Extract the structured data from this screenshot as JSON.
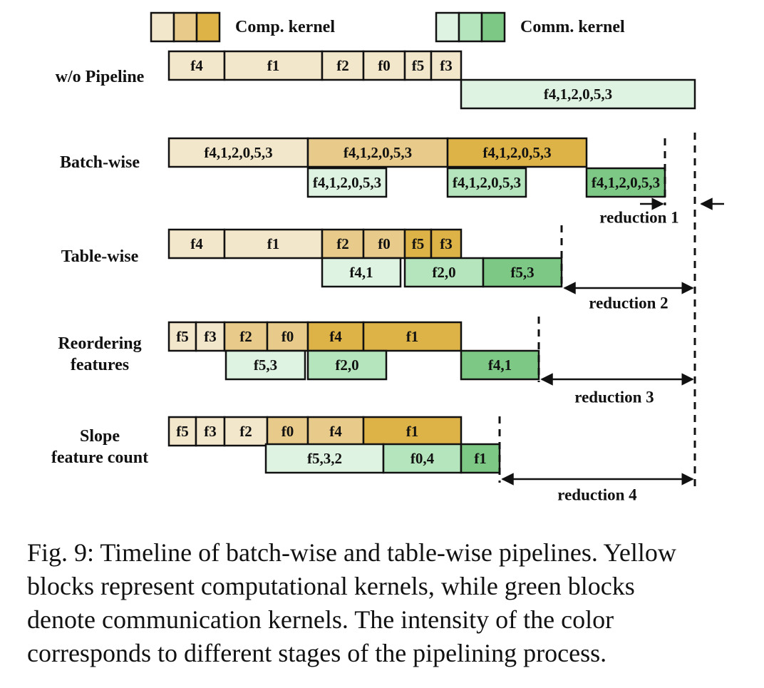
{
  "colors": {
    "comp": [
      "#F2E6CB",
      "#E8CB8A",
      "#DDB246"
    ],
    "comm": [
      "#DFF3E2",
      "#B5E5BC",
      "#7CC884"
    ],
    "stroke": "#111111"
  },
  "legend": {
    "comp_label": "Comp. kernel",
    "comm_label": "Comm. kernel"
  },
  "rows": [
    {
      "id": "wo-pipeline",
      "label": [
        "w/o Pipeline"
      ],
      "comp": [
        {
          "text": "f4",
          "stage": 1
        },
        {
          "text": "f1",
          "stage": 1
        },
        {
          "text": "f2",
          "stage": 1
        },
        {
          "text": "f0",
          "stage": 1
        },
        {
          "text": "f5",
          "stage": 1
        },
        {
          "text": "f3",
          "stage": 1
        }
      ],
      "comm": [
        {
          "text": "f4,1,2,0,5,3",
          "stage": 1
        }
      ]
    },
    {
      "id": "batch-wise",
      "label": [
        "Batch-wise"
      ],
      "comp": [
        {
          "text": "f4,1,2,0,5,3",
          "stage": 1
        },
        {
          "text": "f4,1,2,0,5,3",
          "stage": 2
        },
        {
          "text": "f4,1,2,0,5,3",
          "stage": 3
        }
      ],
      "comm": [
        {
          "text": "f4,1,2,0,5,3",
          "stage": 1
        },
        {
          "text": "f4,1,2,0,5,3",
          "stage": 2
        },
        {
          "text": "f4,1,2,0,5,3",
          "stage": 3
        }
      ],
      "reduction": "reduction 1"
    },
    {
      "id": "table-wise",
      "label": [
        "Table-wise"
      ],
      "comp": [
        {
          "text": "f4",
          "stage": 1
        },
        {
          "text": "f1",
          "stage": 1
        },
        {
          "text": "f2",
          "stage": 2
        },
        {
          "text": "f0",
          "stage": 2
        },
        {
          "text": "f5",
          "stage": 3
        },
        {
          "text": "f3",
          "stage": 3
        }
      ],
      "comm": [
        {
          "text": "f4,1",
          "stage": 1
        },
        {
          "text": "f2,0",
          "stage": 2
        },
        {
          "text": "f5,3",
          "stage": 3
        }
      ],
      "reduction": "reduction 2"
    },
    {
      "id": "reordering-features",
      "label": [
        "Reordering",
        "features"
      ],
      "comp": [
        {
          "text": "f5",
          "stage": 1
        },
        {
          "text": "f3",
          "stage": 1
        },
        {
          "text": "f2",
          "stage": 2
        },
        {
          "text": "f0",
          "stage": 2
        },
        {
          "text": "f4",
          "stage": 3
        },
        {
          "text": "f1",
          "stage": 3
        }
      ],
      "comm": [
        {
          "text": "f5,3",
          "stage": 1
        },
        {
          "text": "f2,0",
          "stage": 2
        },
        {
          "text": "f4,1",
          "stage": 3
        }
      ],
      "reduction": "reduction 3"
    },
    {
      "id": "slope-feature-count",
      "label": [
        "Slope",
        "feature count"
      ],
      "comp": [
        {
          "text": "f5",
          "stage": 1
        },
        {
          "text": "f3",
          "stage": 1
        },
        {
          "text": "f2",
          "stage": 1
        },
        {
          "text": "f0",
          "stage": 2
        },
        {
          "text": "f4",
          "stage": 2
        },
        {
          "text": "f1",
          "stage": 3
        }
      ],
      "comm": [
        {
          "text": "f5,3,2",
          "stage": 1
        },
        {
          "text": "f0,4",
          "stage": 2
        },
        {
          "text": "f1",
          "stage": 3
        }
      ],
      "reduction": "reduction 4"
    }
  ],
  "caption": [
    "Fig. 9: Timeline of batch-wise and table-wise pipelines. Yellow",
    "blocks represent computational kernels, while green blocks",
    "denote communication kernels. The intensity of the color",
    "corresponds to different stages of the pipelining process."
  ]
}
